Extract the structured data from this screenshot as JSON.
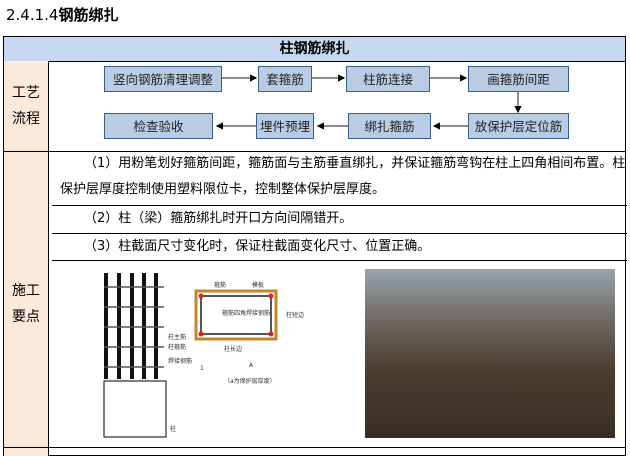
{
  "heading": {
    "number": "2.4.1.4",
    "title": "钢筋绑扎"
  },
  "table": {
    "header": "柱钢筋绑扎",
    "rows": [
      {
        "label": "工艺流程",
        "flow": [
          "竖向钢筋清理调整",
          "套箍筋",
          "柱筋连接",
          "画箍筋间距",
          "放保护层定位筋",
          "绑扎箍筋",
          "埋件预埋",
          "检查验收"
        ]
      },
      {
        "label": "施工要点",
        "points": [
          "（1）用粉笔划好箍筋间距，箍筋面与主筋垂直绑扎，并保证箍筋弯钩在柱上四角相间布置。柱保护层厚度控制使用塑料限位卡，控制整体保护层厚度。",
          "（2）柱（梁）箍筋绑扎时开口方向间隔错开。",
          "（3）柱截面尺寸变化时，保证柱截面变化尺寸、位置正确。"
        ],
        "figure_labels": {
          "main_bar": "柱主筋",
          "stirrup": "柱箍筋",
          "weld": "焊接钢筋",
          "column": "柱",
          "stirrup_top": "箍筋",
          "formwork": "模板",
          "corner": "箍筋四角焊接钢筋",
          "long_side": "柱长边",
          "short_side": "柱短边",
          "section": "A",
          "note": "（a为保护层厚度）",
          "detail": "1"
        }
      }
    ]
  }
}
